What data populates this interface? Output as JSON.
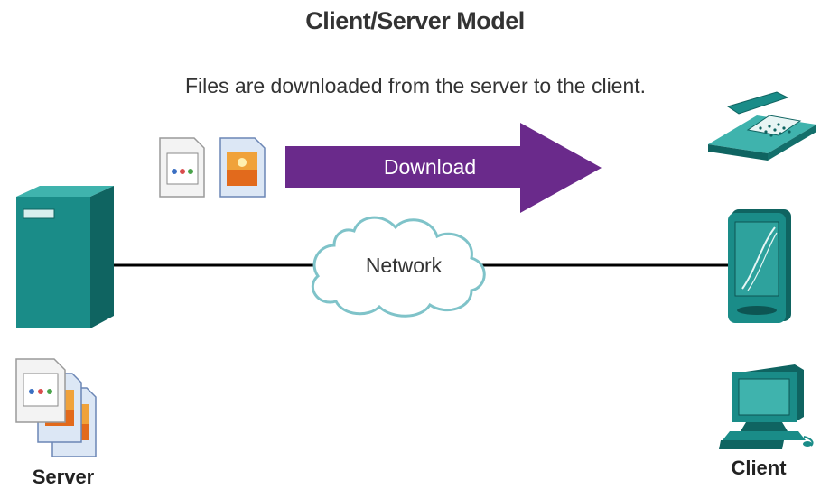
{
  "diagram": {
    "title": "Client/Server Model",
    "subtitle": "Files are downloaded from the server to the client.",
    "arrow_label": "Download",
    "network_label": "Network",
    "server_label": "Server",
    "client_label": "Client"
  },
  "colors": {
    "arrow": "#6a2a8b",
    "device_teal": "#1a8c88",
    "device_dark": "#0f6461",
    "cloud_stroke": "#7fc3c9",
    "link_line": "#000000",
    "text": "#333333"
  },
  "icons": {
    "server": "server-tower-icon",
    "phone": "desk-phone-icon",
    "pda": "pda-device-icon",
    "pc": "desktop-computer-icon",
    "files": "document-file-icon"
  }
}
